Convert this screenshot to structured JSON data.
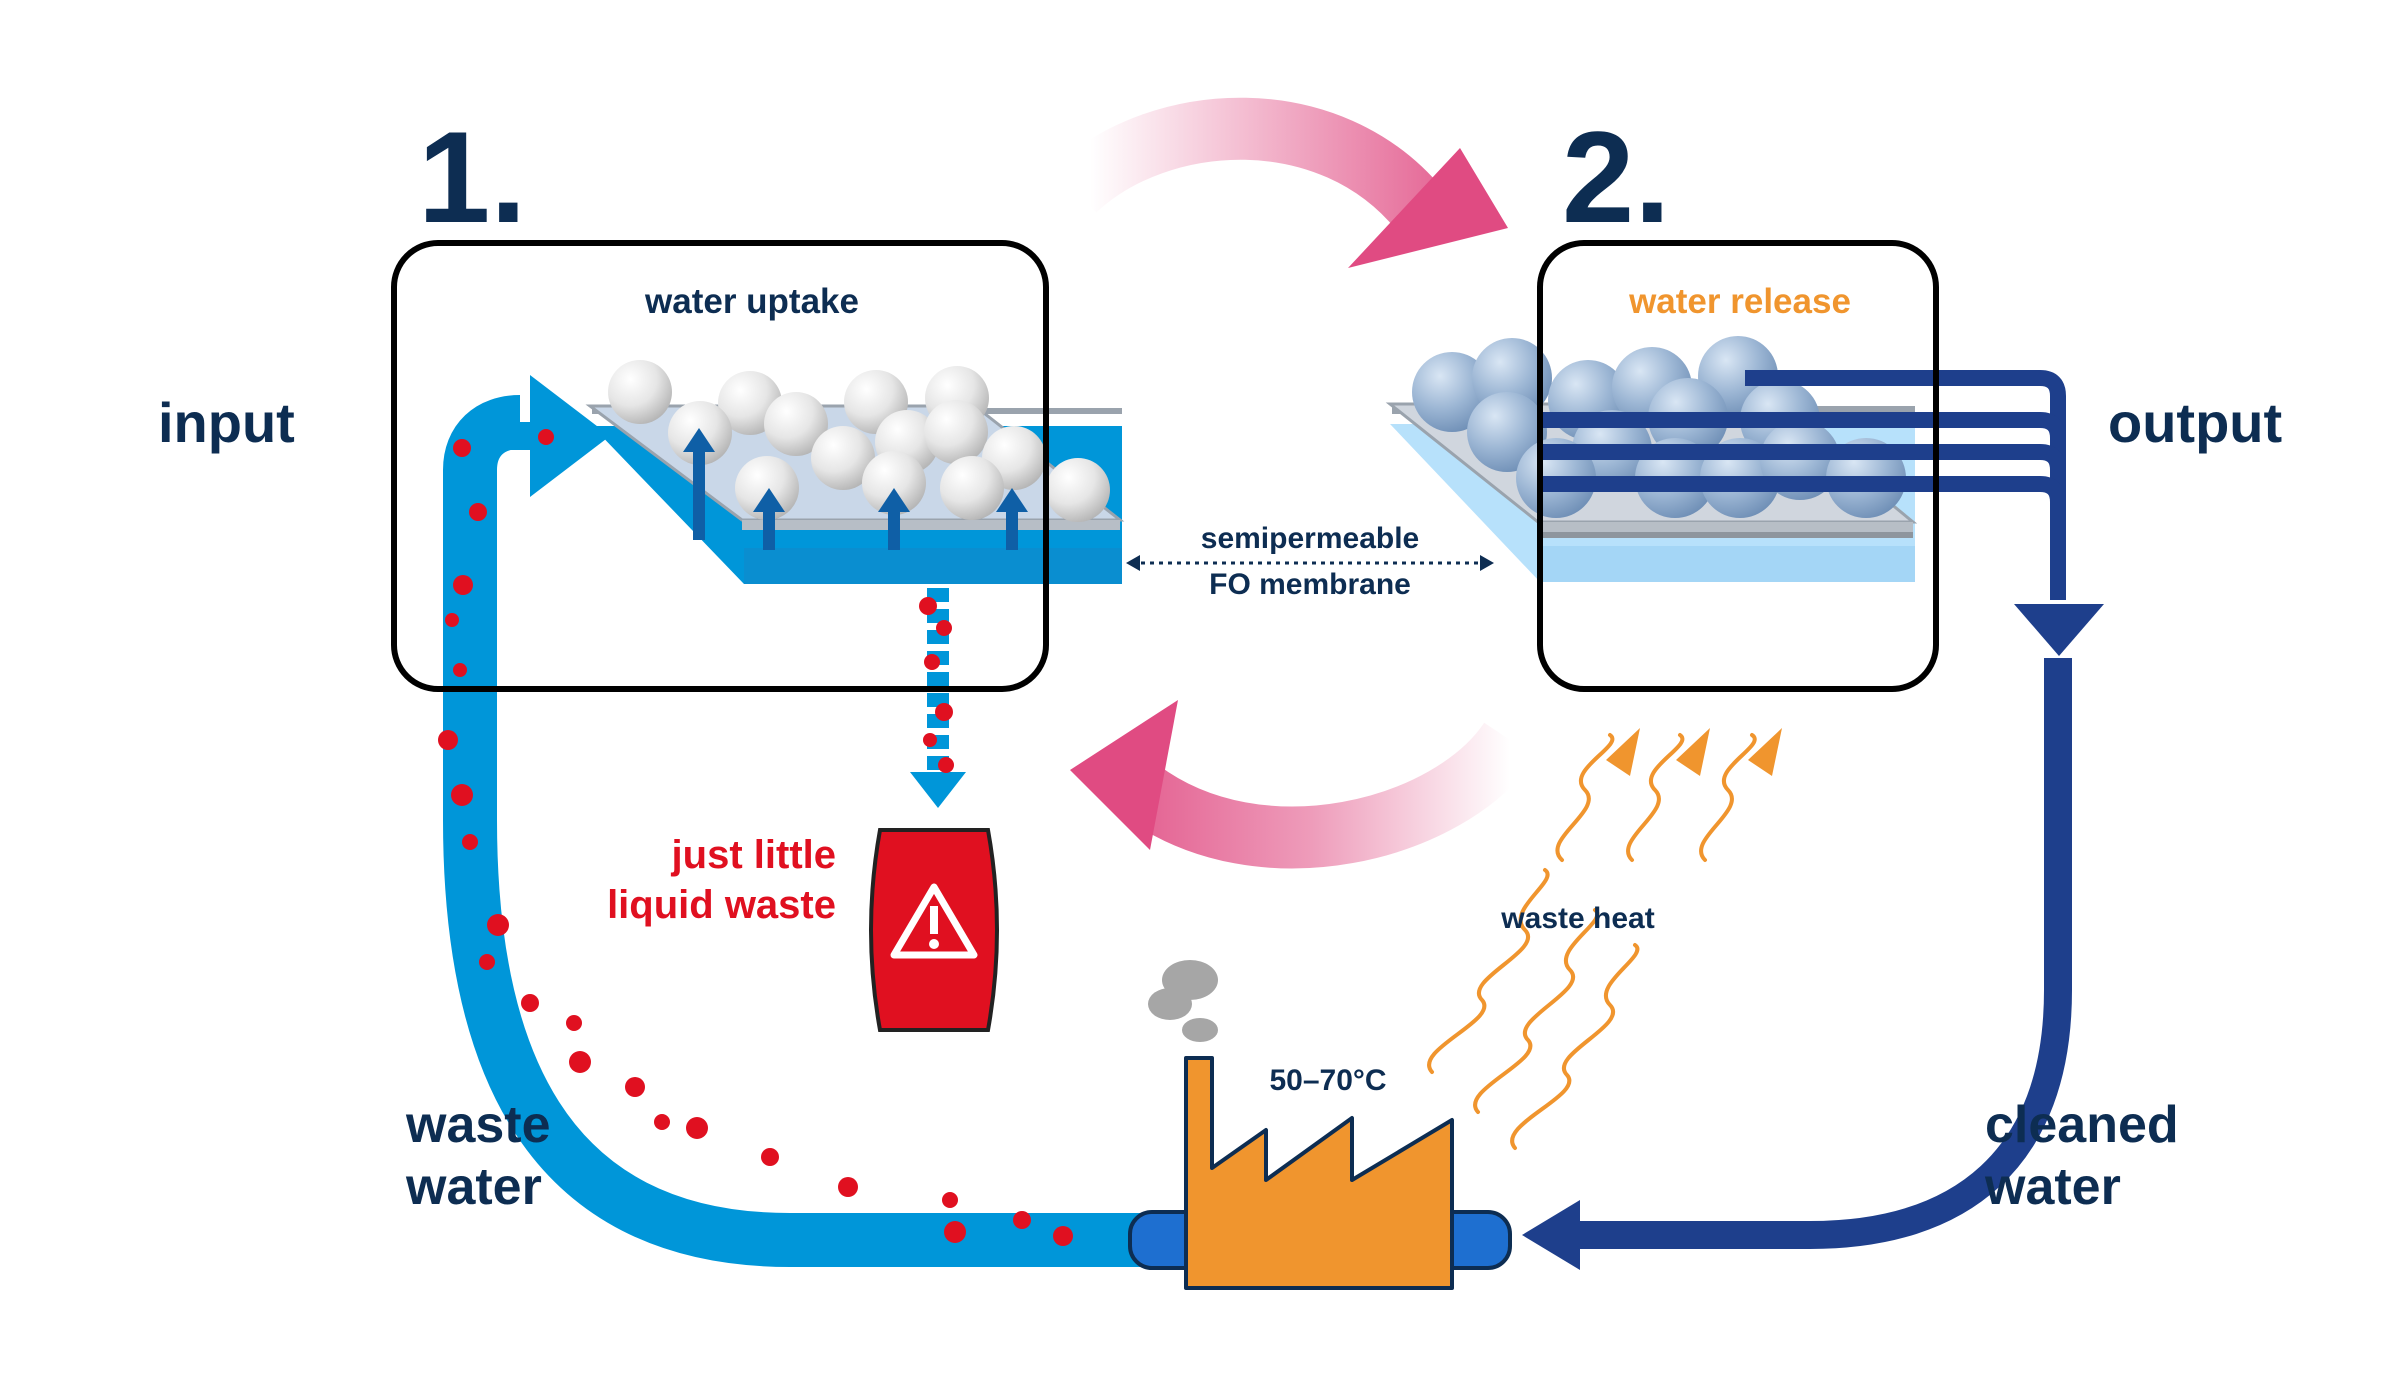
{
  "steps": {
    "one": "1.",
    "two": "2."
  },
  "panels": {
    "uptake": "water uptake",
    "release": "water release"
  },
  "side_labels": {
    "input": "input",
    "output": "output",
    "waste_water": [
      "waste",
      "water"
    ],
    "cleaned_water": [
      "cleaned",
      "water"
    ]
  },
  "membrane": [
    "semipermeable",
    "FO membrane"
  ],
  "liquid_waste": [
    "just little",
    "liquid waste"
  ],
  "waste_heat": "waste heat",
  "temperature": "50–70°C",
  "colors": {
    "navy": "#0d2d52",
    "light_blue": "#0096d9",
    "dark_blue": "#1e3f8c",
    "pink": "#e04b82",
    "orange": "#f0952e",
    "red": "#e01020"
  },
  "icons": [
    "warning-icon",
    "factory-icon",
    "smoke-icon"
  ]
}
